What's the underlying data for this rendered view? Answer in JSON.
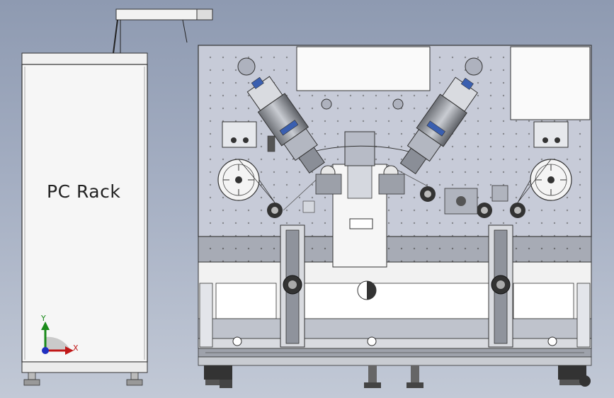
{
  "rack": {
    "label": "PC Rack"
  },
  "triad": {
    "x_label": "X",
    "y_label": "Y"
  },
  "colors": {
    "background_top": "#8e9ab1",
    "machine_panel": "#c7cbd8",
    "machine_frame": "#a7abb5",
    "rack_body": "#f4f4f4",
    "axis_x": "#c01818",
    "axis_y": "#1a8a1a",
    "axis_z": "#2030c0"
  }
}
